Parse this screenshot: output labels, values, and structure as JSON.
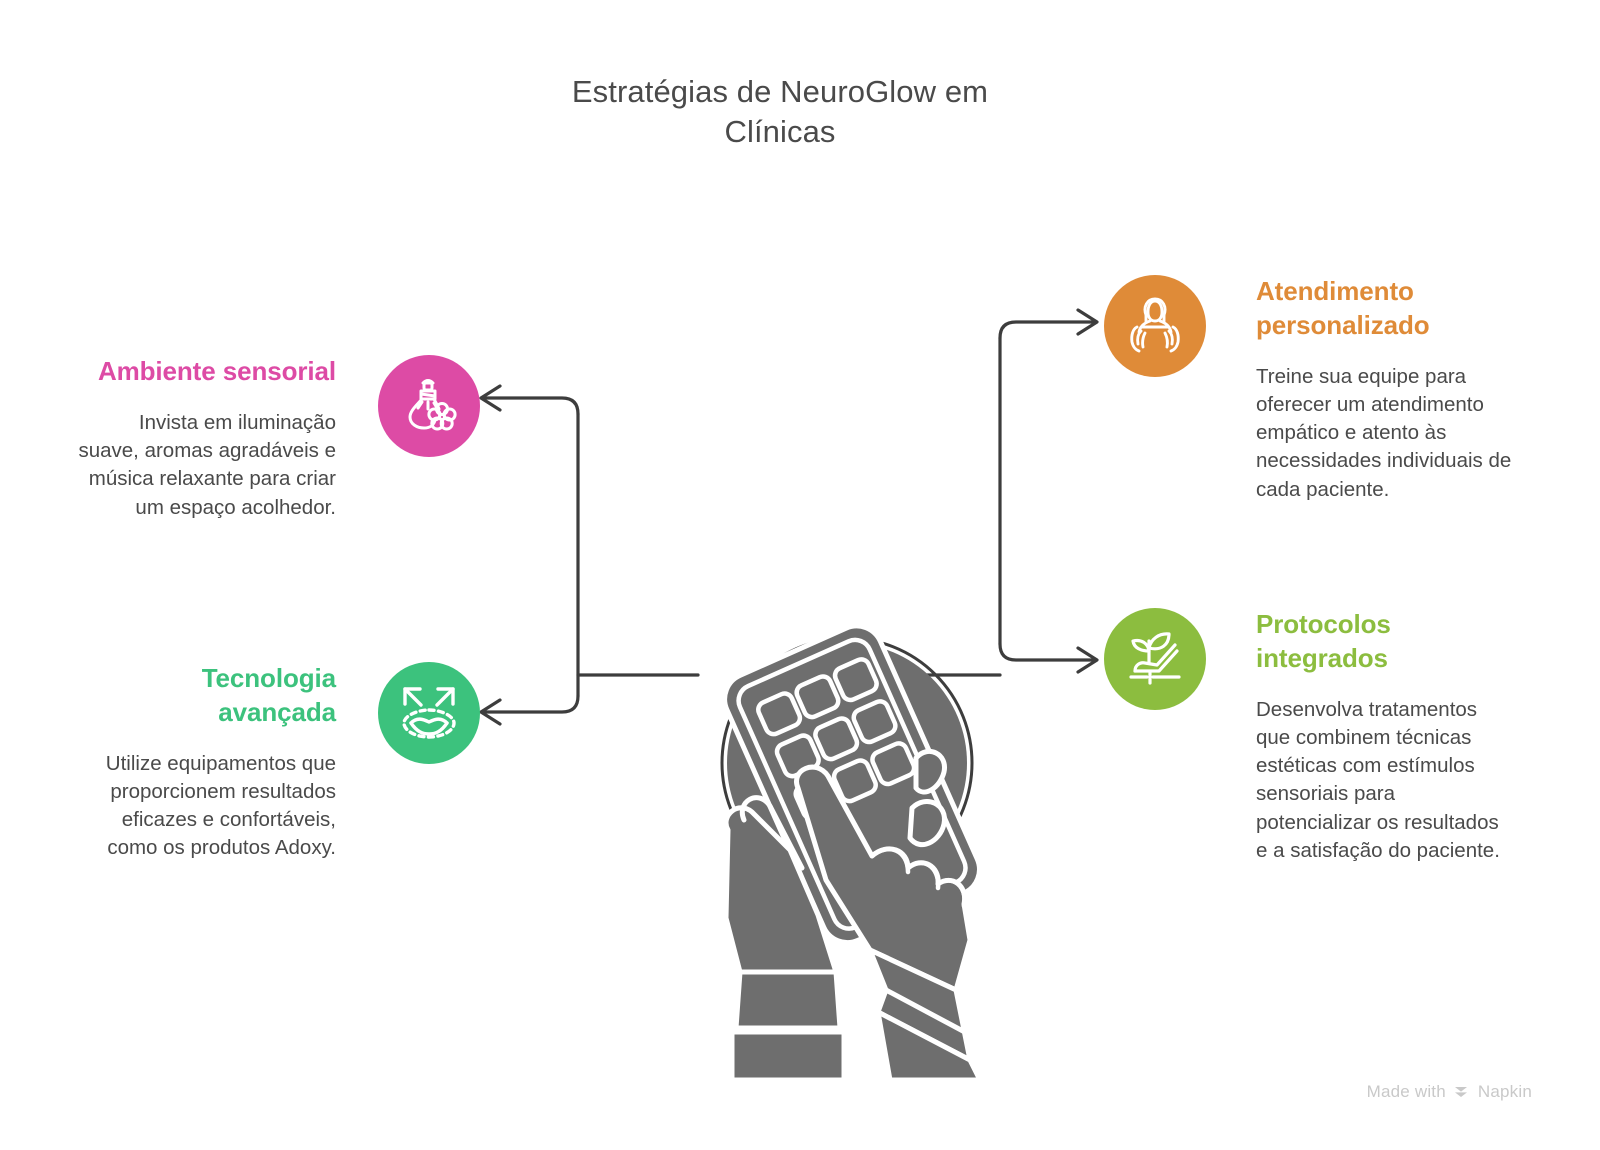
{
  "title": "Estratégias de NeuroGlow em Clínicas",
  "colors": {
    "pink": "#DD4BA5",
    "emerald": "#3CC27D",
    "orange": "#DF8B38",
    "olive": "#8CBD3F",
    "gray_illustration": "#6E6E6E",
    "connector": "#3d3d3d",
    "body_text": "#4a4a4a",
    "background": "#FFFFFF",
    "watermark": "#c9c9c9"
  },
  "branches": [
    {
      "id": "ambiente",
      "heading": "Ambiente sensorial",
      "body": "Invista em iluminação suave, aromas agradáveis e música relaxante para criar um espaço acolhedor.",
      "color": "#DD4BA5",
      "icon": "aroma-diffuser-flower-icon",
      "side": "left"
    },
    {
      "id": "tecnologia",
      "heading": "Tecnologia avançada",
      "body": "Utilize equipamentos que proporcionem resultados eficazes e confortáveis, como os produtos Adoxy.",
      "color": "#3CC27D",
      "icon": "lips-enhancement-arrows-icon",
      "side": "left"
    },
    {
      "id": "atendimento",
      "heading": "Atendimento personalizado",
      "body": "Treine sua equipe para oferecer um atendimento empático e atento às necessidades individuais de cada paciente.",
      "color": "#DF8B38",
      "icon": "person-caring-hands-icon",
      "side": "right"
    },
    {
      "id": "protocolos",
      "heading": "Protocolos integrados",
      "body": "Desenvolva tratamentos que combinem técnicas estéticas com estímulos sensoriais para potencializar os resultados e a satisfação do paciente.",
      "color": "#8CBD3F",
      "icon": "hand-holding-sprout-icon",
      "side": "right"
    }
  ],
  "center": {
    "icon": "hands-holding-smartphone-calculator-icon",
    "description": "Duas mãos segurando e tocando um aparelho em um círculo"
  },
  "watermark": {
    "prefix": "Made with",
    "brand": "Napkin"
  }
}
